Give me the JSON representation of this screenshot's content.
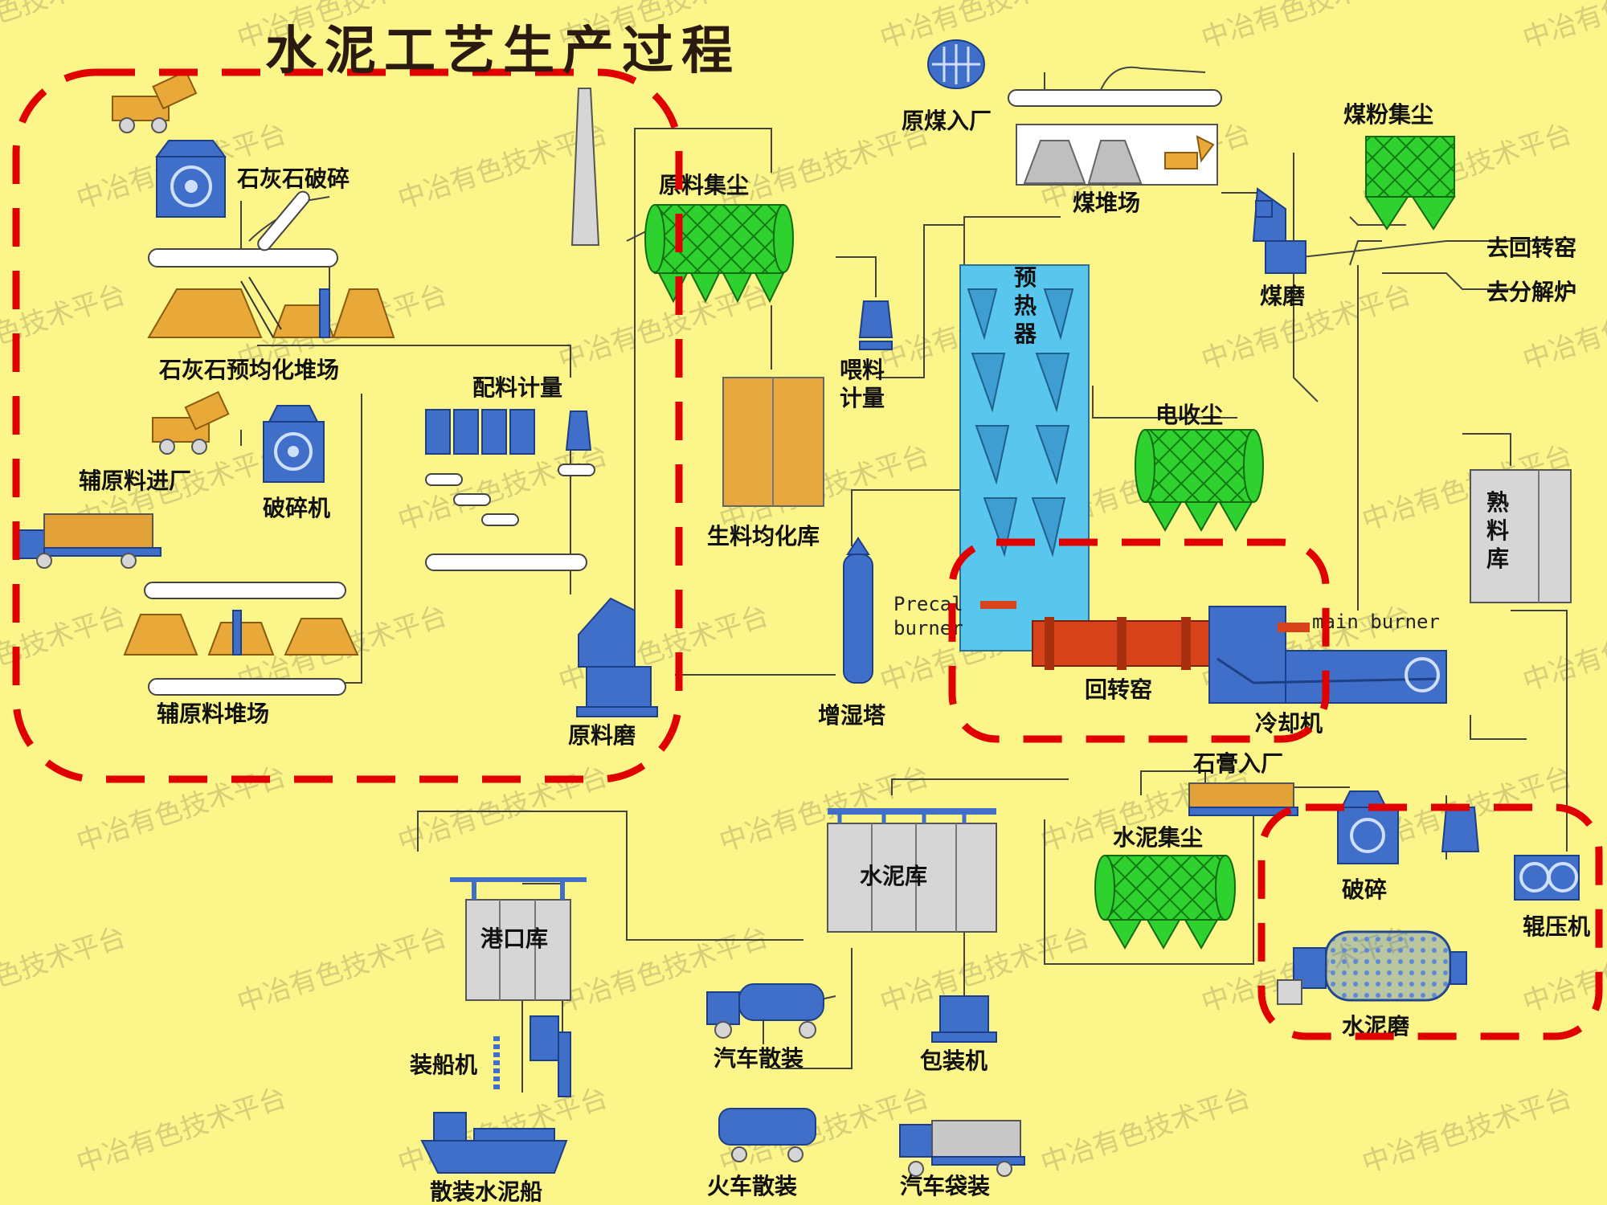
{
  "title": "水泥工艺生产过程",
  "labels": {
    "limestone_crush": "石灰石破碎",
    "limestone_yard": "石灰石预均化堆场",
    "aux_in": "辅原料进厂",
    "crusher": "破碎机",
    "aux_yard": "辅原料堆场",
    "raw_dust": "原料集尘",
    "batching": "配料计量",
    "raw_mill": "原料磨",
    "homo_silo": "生料均化库",
    "feed_meter_1": "喂料",
    "feed_meter_2": "计量",
    "humid_tower": "增湿塔",
    "raw_coal_in": "原煤入厂",
    "coal_yard": "煤堆场",
    "coal_dust": "煤粉集尘",
    "coal_mill": "煤磨",
    "to_kiln": "去回转窑",
    "to_calciner": "去分解炉",
    "preheater_1": "预",
    "preheater_2": "热",
    "preheater_3": "器",
    "esp": "电收尘",
    "clinker_1": "熟",
    "clinker_2": "料",
    "clinker_3": "库",
    "precal_1": "Precal",
    "precal_2": "burner",
    "main_burner": "main burner",
    "rotary_kiln": "回转窑",
    "cooler": "冷却机",
    "gypsum_in": "石膏入厂",
    "cement_dust": "水泥集尘",
    "crush_small": "破碎",
    "roller_press": "辊压机",
    "cement_mill": "水泥磨",
    "cement_silo": "水泥库",
    "port_silo": "港口库",
    "bulk_truck": "汽车散装",
    "packer": "包装机",
    "ship_loader": "装船机",
    "bulk_ship": "散装水泥船",
    "rail_bulk": "火车散装",
    "bag_truck": "汽车袋装"
  },
  "watermark": "中冶有色技术平台",
  "colors": {
    "background": "#fbf58a",
    "equipment_blue": "#3f6fc8",
    "dust_green": "#2fd12f",
    "silo_gray": "#d6d6d6",
    "kiln_red": "#d8431c",
    "highlight_dash": "#e00000",
    "preheater_cyan": "#59c6ee"
  }
}
